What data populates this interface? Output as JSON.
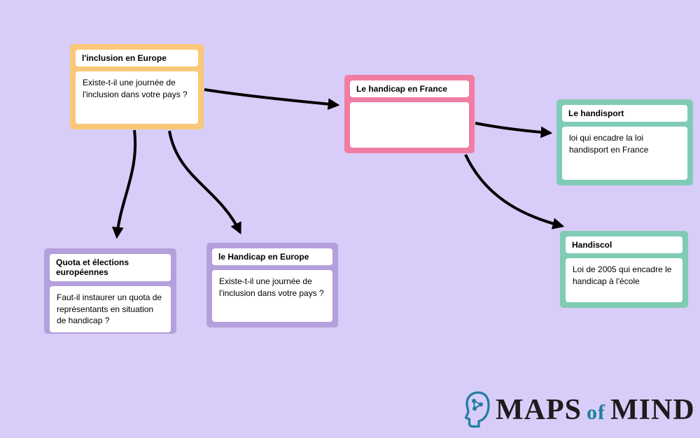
{
  "canvas": {
    "background_color": "#d8ccf8",
    "arrow_color": "#000000"
  },
  "nodes": [
    {
      "id": "inclusion-europe",
      "title": "l'inclusion en Europe",
      "body": "Existe-t-il une journée de l'inclusion dans votre pays ?",
      "color": "#f8c878"
    },
    {
      "id": "handicap-france",
      "title": "Le handicap en France",
      "body": "",
      "color": "#f27da2"
    },
    {
      "id": "handisport",
      "title": "Le handisport",
      "body": "loi qui encadre la loi handisport en France",
      "color": "#80cbb5"
    },
    {
      "id": "handiscol",
      "title": "Handiscol",
      "body": "Loi de 2005 qui encadre le handicap à l'école",
      "color": "#80cbb5"
    },
    {
      "id": "quota-elections",
      "title": "Quota et élections européennes",
      "body": "Faut-il instaurer un quota de représentants en situation de handicap ?",
      "color": "#b4a0dc"
    },
    {
      "id": "handicap-europe",
      "title": "le Handicap en Europe",
      "body": "Existe-t-il une journée de l'inclusion dans votre pays ?",
      "color": "#b4a0dc"
    }
  ],
  "edges": [
    {
      "from": "inclusion-europe",
      "to": "handicap-france"
    },
    {
      "from": "inclusion-europe",
      "to": "quota-elections"
    },
    {
      "from": "inclusion-europe",
      "to": "handicap-europe"
    },
    {
      "from": "handicap-france",
      "to": "handisport"
    },
    {
      "from": "handicap-france",
      "to": "handiscol"
    }
  ],
  "logo": {
    "maps": "MAPS",
    "of": "of",
    "mind": "MIND",
    "accent_color": "#1f7f9f",
    "text_color": "#1c1c1c"
  }
}
